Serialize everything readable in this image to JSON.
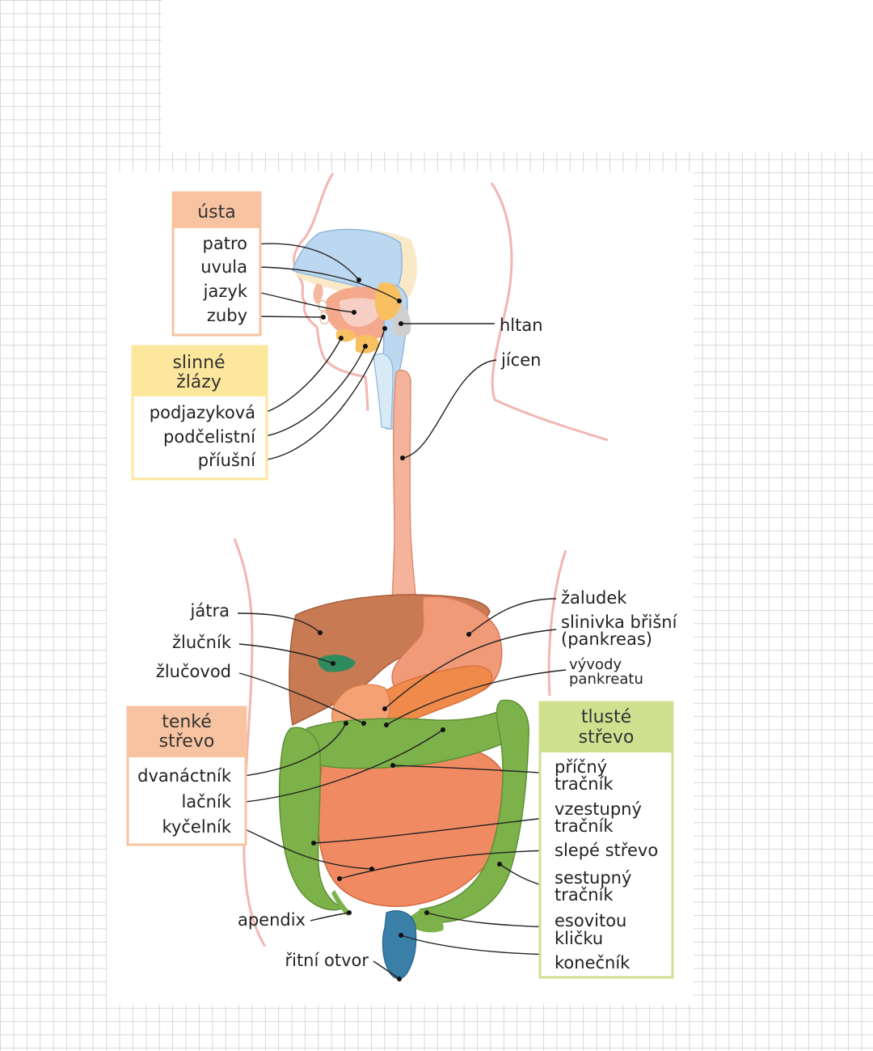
{
  "groups": {
    "mouth": {
      "title": "ústa",
      "items": [
        "patro",
        "uvula",
        "jazyk",
        "zuby"
      ],
      "color": "#f8c3a0"
    },
    "salivary": {
      "title_lines": [
        "slinné",
        "žlázy"
      ],
      "items": [
        "podjazyková",
        "podčelistní",
        "příušní"
      ],
      "color": "#fde79c"
    },
    "small_intestine": {
      "title_lines": [
        "tenké",
        "střevo"
      ],
      "items": [
        "dvanáctník",
        "lačník",
        "kyčelník"
      ],
      "color": "#f8c3a0"
    },
    "large_intestine": {
      "title_lines": [
        "tlusté",
        "střevo"
      ],
      "items": [
        [
          "příčný",
          "tračník"
        ],
        [
          "vzestupný",
          "tračník"
        ],
        [
          "slepé střevo"
        ],
        [
          "sestupný",
          "tračník"
        ],
        [
          "esovitou",
          "kličku"
        ],
        [
          "konečník"
        ]
      ],
      "color": "#cfe08f"
    }
  },
  "labels": {
    "pharynx": "hltan",
    "esophagus": "jícen",
    "liver": "játra",
    "gallbladder": "žlučník",
    "bile_duct": "žlučovod",
    "stomach": "žaludek",
    "pancreas": [
      "slinivka břišní",
      "(pankreas)"
    ],
    "pancreatic_ducts": [
      "vývody",
      "pankreatu"
    ],
    "appendix": "apendix",
    "anus": "řitní otvor"
  },
  "colors": {
    "skin_outline": "#f2b6b0",
    "palate": "#bcd8f0",
    "tongue": "#f4a98c",
    "salivary_gland": "#f8c060",
    "esophagus": "#f5b39b",
    "liver": "#c87a52",
    "gallbladder": "#2f8a5e",
    "stomach": "#f09a78",
    "pancreas": "#f08a4a",
    "small_intestine": "#f08a62",
    "large_intestine": "#7db24a",
    "rectum": "#3a7fa8"
  }
}
